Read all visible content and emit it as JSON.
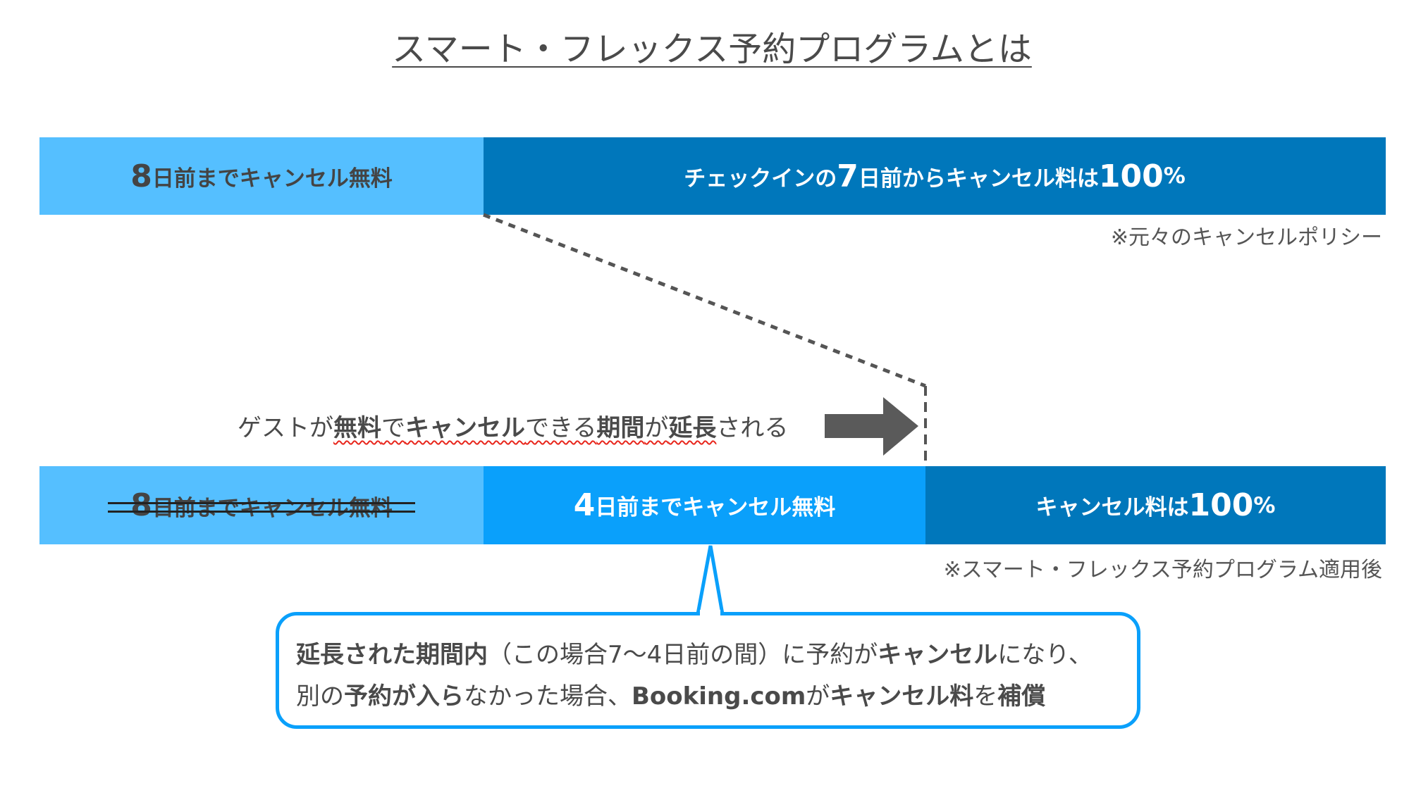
{
  "title": "スマート・フレックス予約プログラムとは",
  "colors": {
    "light": "#55bfff",
    "dark": "#0077bb",
    "mid": "#0aa0fb",
    "underline": "#e8261c",
    "text": "#4a4a4a"
  },
  "original": {
    "free_period": {
      "num": "8",
      "text": "日前までキャンセル無料"
    },
    "fee_period": {
      "pre": "チェックインの",
      "num": "7",
      "mid": "日前からキャンセル料は",
      "pct_num": "100",
      "pct": "%"
    },
    "note": "※元々のキャンセルポリシー"
  },
  "extension_message": [
    "ゲストが",
    "無料",
    "で",
    "キャンセル",
    "できる",
    "期間",
    "が",
    "延長",
    "される"
  ],
  "applied": {
    "old_free": {
      "num": "8",
      "text": "日前までキャンセル無料"
    },
    "new_free": {
      "num": "4",
      "text": "日前までキャンセル無料"
    },
    "fee": {
      "pre": "キャンセル料は",
      "pct_num": "100",
      "pct": "%"
    },
    "note": "※スマート・フレックス予約プログラム適用後"
  },
  "callout": {
    "line1": [
      "延長された期間内",
      "（この場合7〜4日前の間）に予約が",
      "キャンセル",
      "になり、"
    ],
    "line2": [
      "別の",
      "予約が入ら",
      "なかった場合、",
      "Booking.com",
      "が",
      "キャンセル料",
      "を",
      "補償"
    ]
  }
}
